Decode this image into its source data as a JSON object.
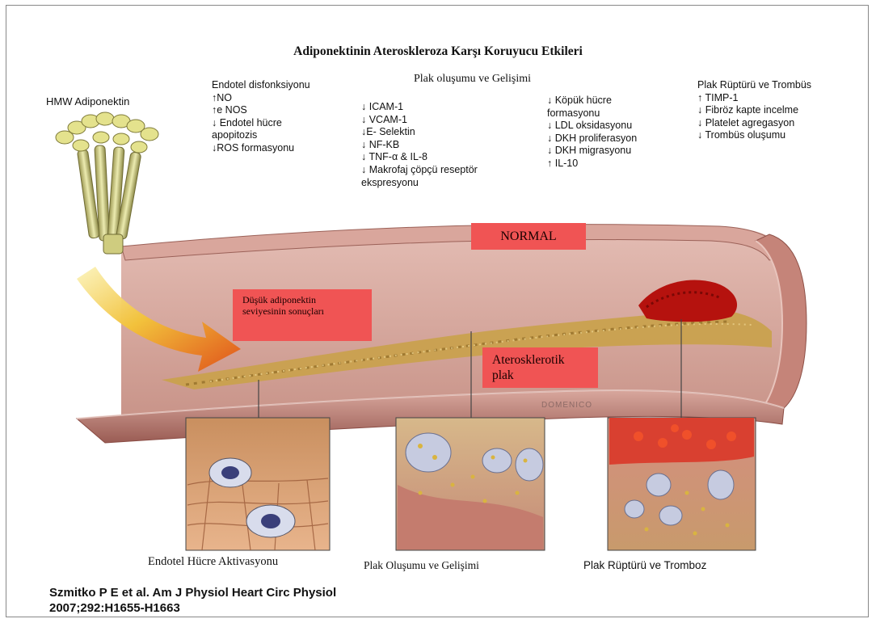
{
  "title": "Adiponektinin Ateroskleroza  Karşı Koruyucu Etkileri",
  "hmw_label": "HMW Adiponektin",
  "endotel_list": [
    "Endotel disfonksiyonu",
    "↑NO",
    "↑e NOS",
    "↓ Endotel hücre",
    "apopitozis",
    "↓ROS formasyonu"
  ],
  "plak_header": "Plak oluşumu ve Gelişimi",
  "plak_list1": [
    "↓ ICAM-1",
    "↓ VCAM-1",
    "↓E- Selektin",
    "↓ NF-KB",
    "↓ TNF-α & IL-8",
    "↓ Makrofaj çöpçü reseptör",
    "ekspresyonu"
  ],
  "plak_list2": [
    "↓  Köpük hücre",
    "formasyonu",
    "↓  LDL oksidasyonu",
    "↓  DKH proliferasyon",
    "↓  DKH migrasyonu",
    "↑  IL-10"
  ],
  "rupture_list": [
    "Plak Rüptürü ve Trombüs",
    "↑ TIMP-1",
    "↓ Fibröz kapte incelme",
    "↓ Platelet agregasyon",
    "↓ Trombüs oluşumu"
  ],
  "normal_label": "NORMAL",
  "low_adipo_label_line1": "Düşük adiponektin",
  "low_adipo_label_line2": "seviyesinin sonuçları",
  "plaque_label_line1": "Aterosklerotik",
  "plaque_label_line2": "plak",
  "artist_signature": "DOMENICO",
  "panel_captions": [
    "Endotel Hücre Aktivasyonu",
    "Plak Oluşumu ve Gelişimi",
    "Plak Rüptürü ve Tromboz"
  ],
  "citation_line1": "Szmitko P E et al. Am J Physiol Heart Circ Physiol",
  "citation_line2": "2007;292:H1655-H1663",
  "colors": {
    "label_box": "#f05454",
    "vessel_wall": "#c9938a",
    "plaque": "#c9a14e",
    "thrombus": "#b5120e",
    "arrow_start": "#f6e27a",
    "arrow_end": "#e0521a",
    "adiponectin": "#dcd98a"
  }
}
